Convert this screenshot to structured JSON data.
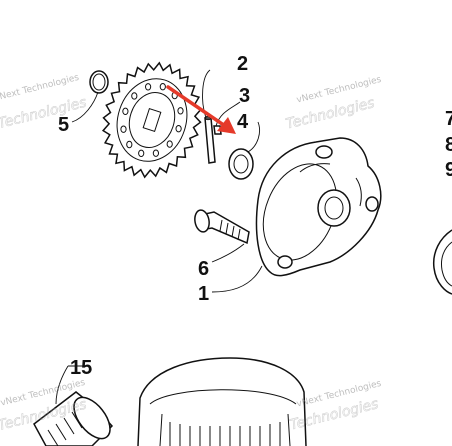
{
  "callouts": {
    "c1": "1",
    "c2": "2",
    "c3": "3",
    "c4": "4",
    "c5": "5",
    "c6": "6",
    "c7": "7",
    "c8": "8",
    "c9": "9",
    "c15": "15"
  },
  "watermark": {
    "text": "vNext Technologies",
    "big_text": "Technologies"
  },
  "colors": {
    "arrow": "#e53a2a",
    "line": "#111111"
  }
}
